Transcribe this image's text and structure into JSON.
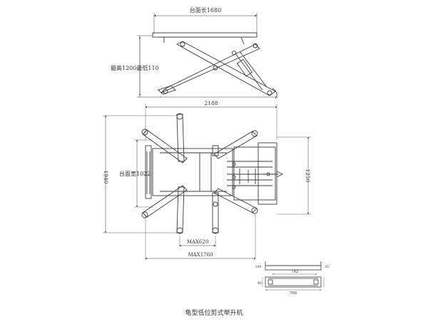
{
  "side_view": {
    "platform_length_label": "台面长1680",
    "height_label": "最高1200最低110"
  },
  "top_view": {
    "overall_width_label": "2188",
    "overall_depth_label": "1940",
    "platform_width_label": "台面宽1022",
    "right_depth_label": "1250",
    "max620_label": "MAX620",
    "max1760_label": "MAX1760"
  },
  "detail_view": {
    "dim_742": "742",
    "dim_760": "760",
    "dim_left": "40",
    "dim_left2": "100",
    "dim_right": "35"
  },
  "caption": "龟型低位剪式举升机",
  "colors": {
    "line": "#3a3a3a",
    "text": "#333333"
  }
}
